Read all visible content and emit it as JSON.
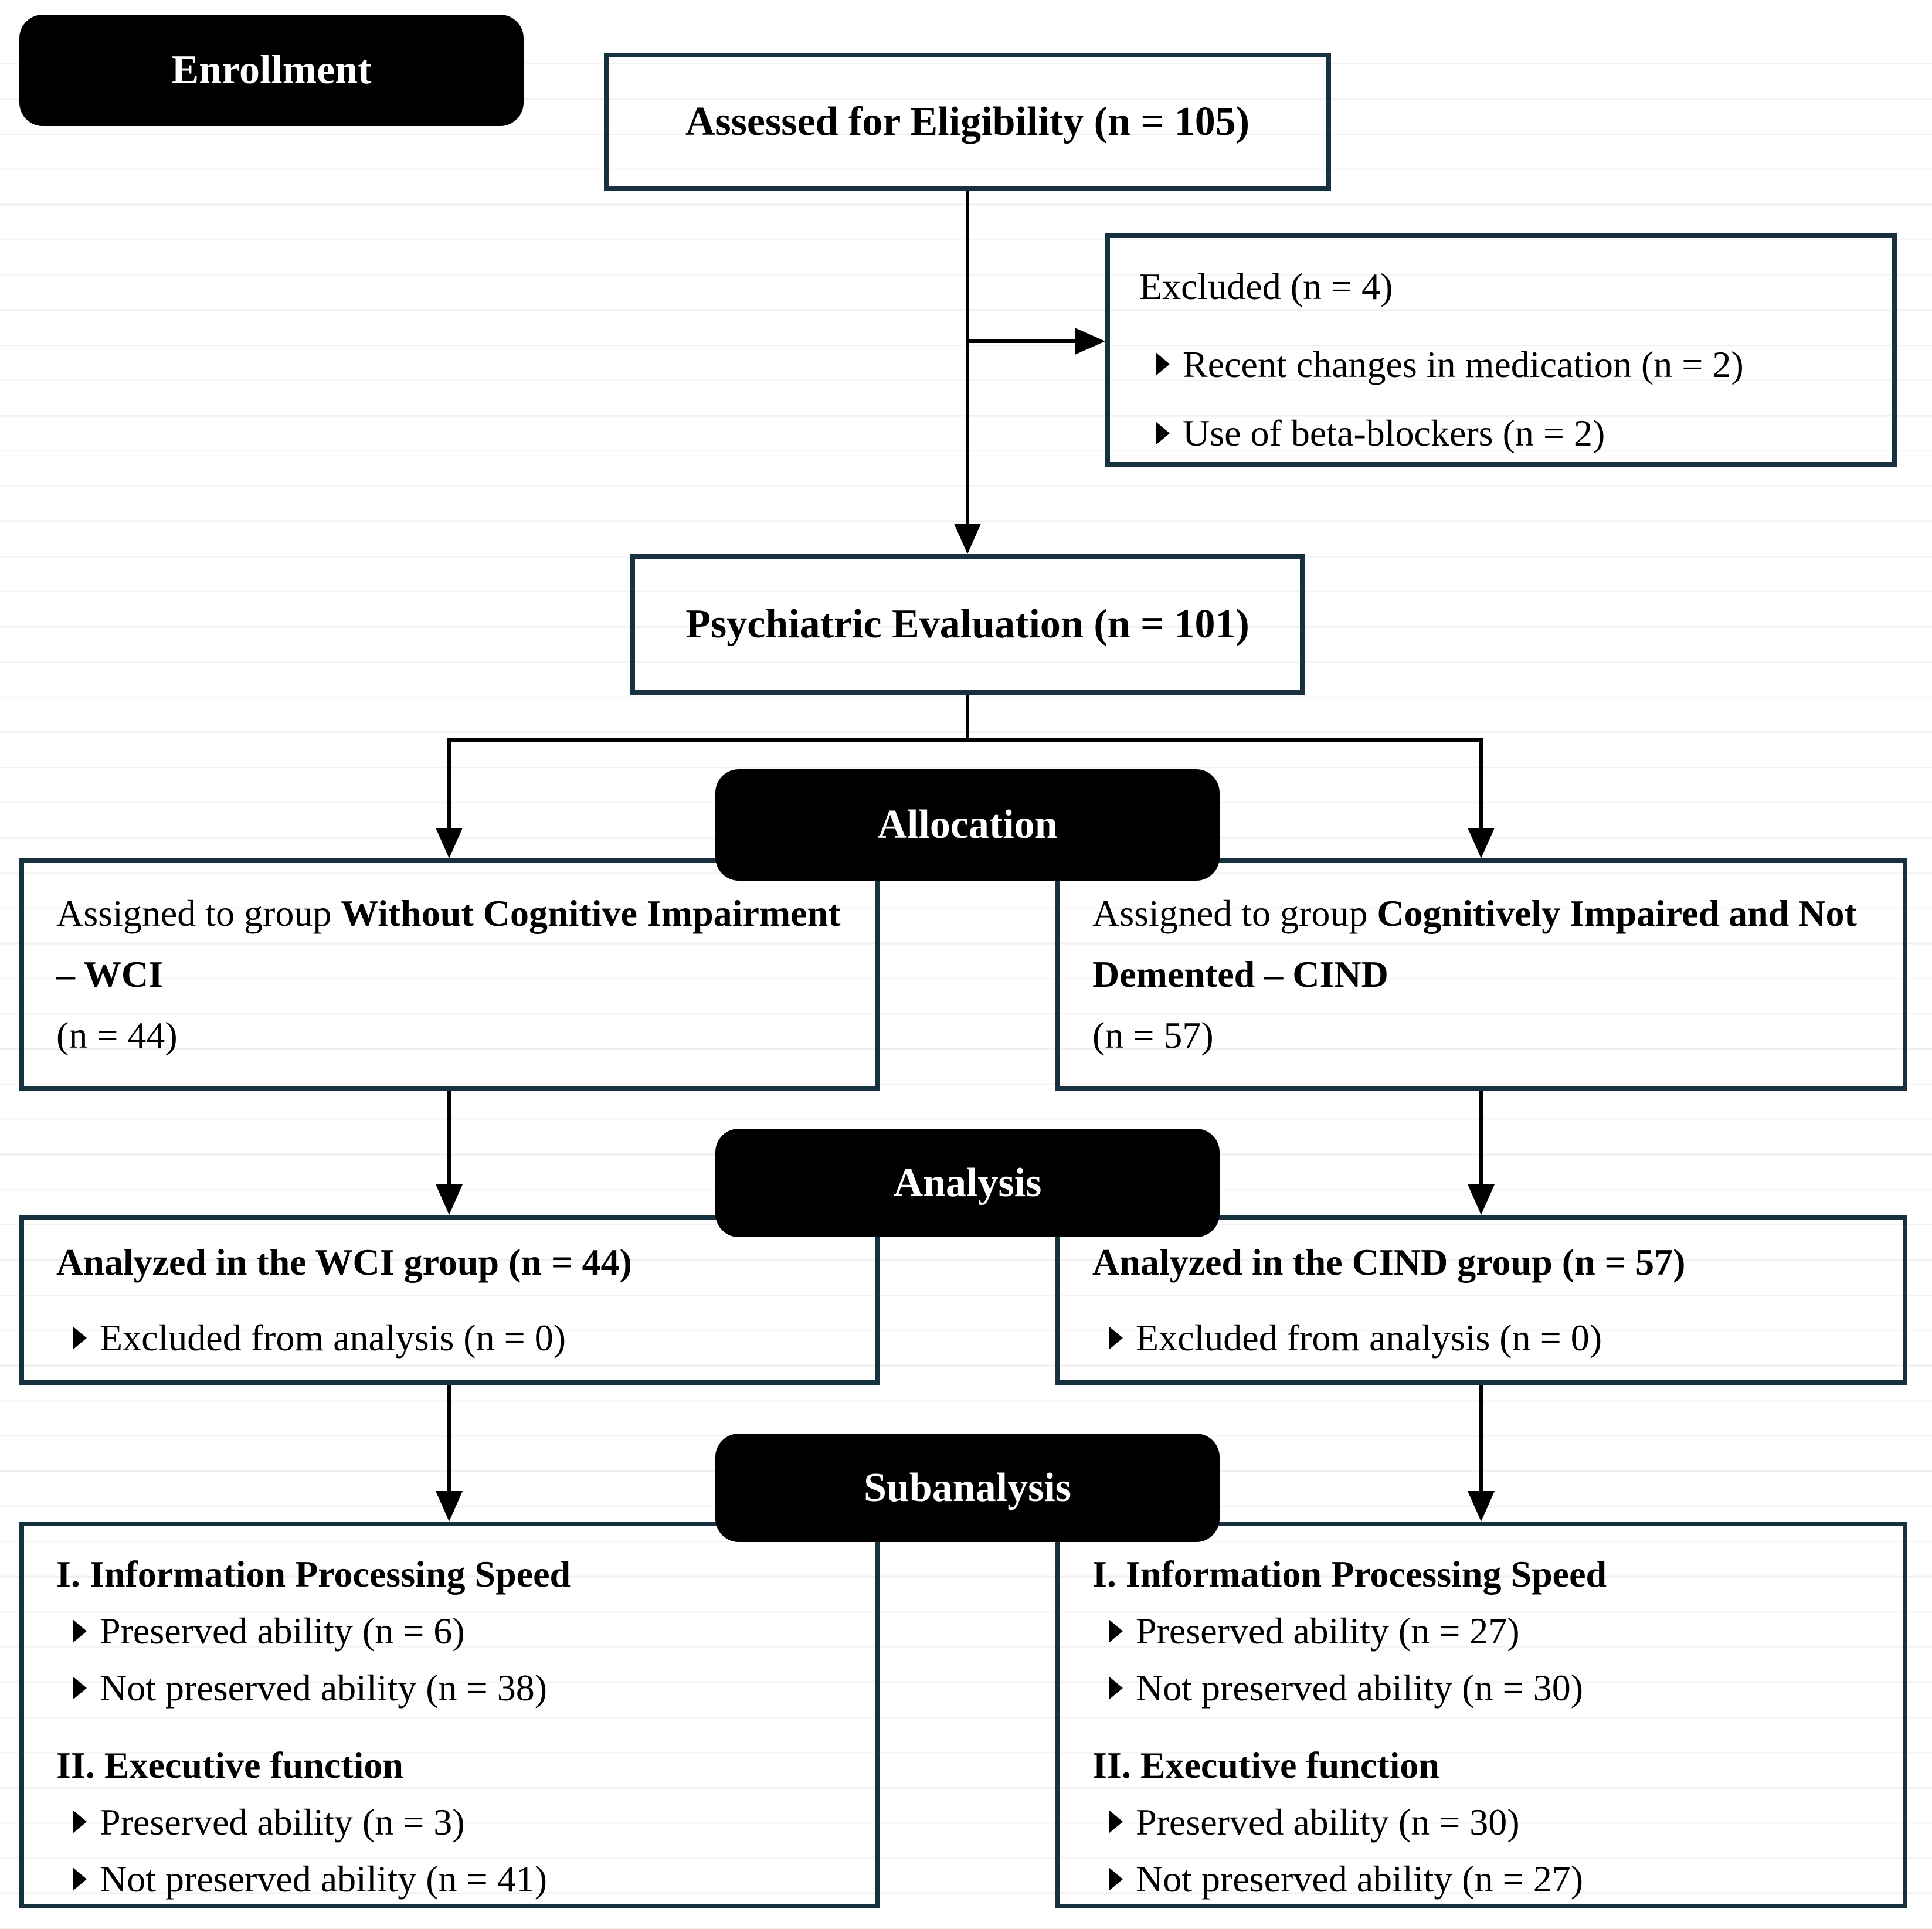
{
  "figure": {
    "description_label": "CONSORT-style participant flow diagram"
  },
  "colors": {
    "box_border": "#17313f",
    "stage_pill_bg": "#000000",
    "stage_pill_text": "#ffffff",
    "connector": "#000000",
    "rule_line": "#f0f0f0",
    "background": "#ffffff"
  },
  "stages": {
    "enrollment_label": "Enrollment",
    "allocation_label": "Allocation",
    "analysis_label": "Analysis",
    "subanalysis_label": "Subanalysis"
  },
  "boxes": {
    "assessed": {
      "text": "Assessed for Eligibility (n = 105)"
    },
    "excluded": {
      "title": "Excluded (n = 4)",
      "bullets": [
        "Recent changes in medication (n = 2)",
        "Use of beta-blockers (n = 2)"
      ]
    },
    "psychiatric": {
      "text": "Psychiatric Evaluation (n = 101)"
    },
    "assigned_wci": {
      "prefix": "Assigned to group",
      "group_bold": "Without Cognitive Impairment – WCI",
      "n": "(n = 44)"
    },
    "assigned_cind": {
      "prefix": "Assigned to group",
      "group_bold": "Cognitively Impaired and Not Demented – CIND",
      "n": "(n = 57)"
    },
    "analyzed_wci": {
      "title": "Analyzed in the WCI group (n = 44)",
      "bullets": [
        "Excluded from analysis (n = 0)"
      ]
    },
    "analyzed_cind": {
      "title": "Analyzed in the CIND group (n = 57)",
      "bullets": [
        "Excluded from analysis (n = 0)"
      ]
    },
    "sub_wci": {
      "sections": [
        {
          "heading": "I. Information Processing Speed",
          "bullets": [
            "Preserved ability (n = 6)",
            "Not preserved ability (n = 38)"
          ]
        },
        {
          "heading": "II. Executive function",
          "bullets": [
            "Preserved ability (n = 3)",
            "Not preserved ability (n = 41)"
          ]
        }
      ]
    },
    "sub_cind": {
      "sections": [
        {
          "heading": "I. Information Processing Speed",
          "bullets": [
            "Preserved ability (n = 27)",
            "Not preserved ability (n = 30)"
          ]
        },
        {
          "heading": "II. Executive function",
          "bullets": [
            "Preserved ability (n = 30)",
            "Not preserved ability (n = 27)"
          ]
        }
      ]
    }
  }
}
